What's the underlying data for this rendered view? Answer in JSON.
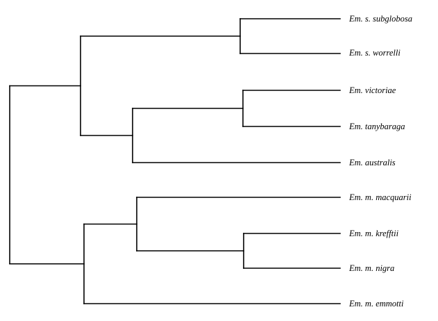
{
  "taxa": [
    "Em. s. subglobosa",
    "Em. s. worrelli",
    "Em. victoriae",
    "Em. tanybaraga",
    "Em. australis",
    "Em. m. macquarii",
    "Em. m. krefftii",
    "Em. m. nigra",
    "Em. m. emmotti"
  ],
  "tree": {
    "children": [
      {
        "children": [
          {
            "children": [
              {
                "taxon": 0
              },
              {
                "taxon": 1
              }
            ]
          },
          {
            "children": [
              {
                "children": [
                  {
                    "taxon": 2
                  },
                  {
                    "taxon": 3
                  }
                ]
              },
              {
                "taxon": 4
              }
            ]
          }
        ]
      },
      {
        "children": [
          {
            "children": [
              {
                "taxon": 5
              },
              {
                "children": [
                  {
                    "taxon": 6
                  },
                  {
                    "taxon": 7
                  }
                ]
              }
            ]
          },
          {
            "taxon": 8
          }
        ]
      }
    ]
  }
}
